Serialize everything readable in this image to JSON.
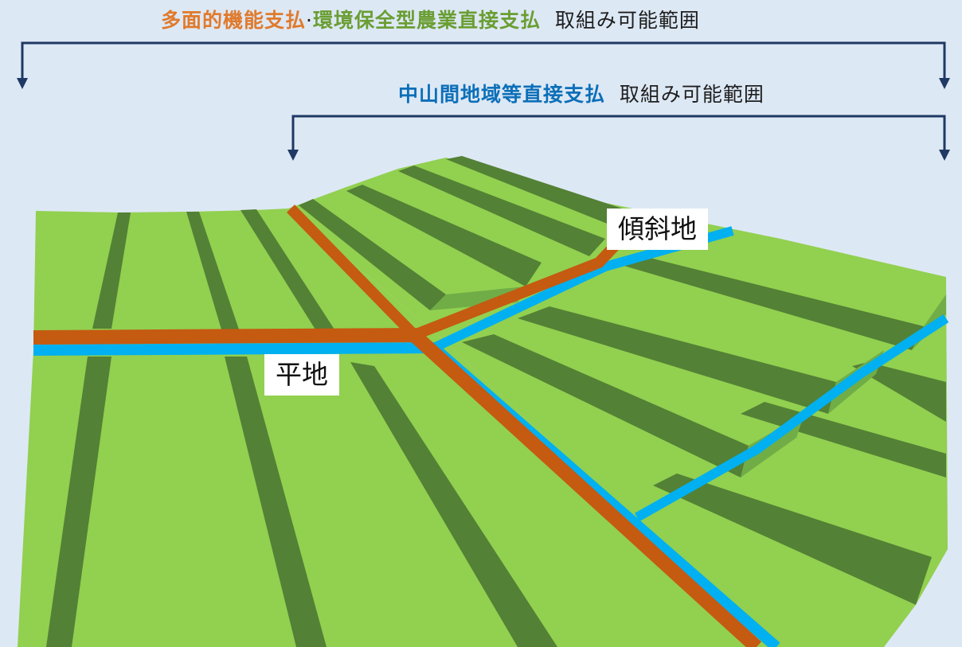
{
  "labels": {
    "range_multifunction": {
      "part1": "多面的機能支払",
      "separator": "·",
      "part2": "環境保全型農業直接支払",
      "suffix": "取組み可能範囲"
    },
    "range_hilly": {
      "part1": "中山間地域等直接支払",
      "suffix": "取組み可能範囲"
    },
    "area_slope": "傾斜地",
    "area_flat": "平地"
  },
  "colors": {
    "background": "#dde8f5",
    "field_light": "#92d050",
    "field_dark": "#538135",
    "terrace_face": "#70ad47",
    "road": "#c55a11",
    "water_channel": "#00b0f0",
    "bracket": "#1f3864",
    "orange_text": "#e07a2c",
    "green_text": "#6a9e32",
    "blue_text": "#0c6fb8"
  }
}
